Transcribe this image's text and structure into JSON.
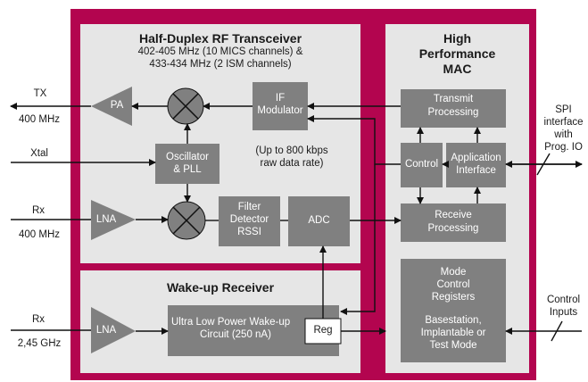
{
  "colors": {
    "chip_border": "#b3054f",
    "panel_bg": "#e6e6e6",
    "block_bg": "#808080",
    "line": "#111111",
    "reg_bg": "#ffffff"
  },
  "transceiver": {
    "title": "Half-Duplex RF Transceiver",
    "bands_line1": "402-405 MHz (10 MICS channels) &",
    "bands_line2": "433-434 MHz (2 ISM channels)",
    "pa": "PA",
    "if_modulator_l1": "IF",
    "if_modulator_l2": "Modulator",
    "oscillator_l1": "Oscillator",
    "oscillator_l2": "& PLL",
    "data_rate_l1": "(Up to 800 kbps",
    "data_rate_l2": "raw data rate)",
    "lna": "LNA",
    "filter_l1": "Filter",
    "filter_l2": "Detector",
    "filter_l3": "RSSI",
    "adc": "ADC"
  },
  "wakeup": {
    "title": "Wake-up Receiver",
    "lna": "LNA",
    "circuit_l1": "Ultra Low Power Wake-up",
    "circuit_l2": "Circuit (250 nA)",
    "reg": "Reg"
  },
  "mac": {
    "title_l1": "High",
    "title_l2": "Performance",
    "title_l3": "MAC",
    "transmit_l1": "Transmit",
    "transmit_l2": "Processing",
    "control": "Control",
    "app_l1": "Application",
    "app_l2": "Interface",
    "receive_l1": "Receive",
    "receive_l2": "Processing",
    "mode_l1": "Mode",
    "mode_l2": "Control",
    "mode_l3": "Registers",
    "mode_l4": "Basestation,",
    "mode_l5": "Implantable or",
    "mode_l6": "Test Mode"
  },
  "external": {
    "tx": "TX",
    "tx_freq": "400 MHz",
    "xtal": "Xtal",
    "rx1": "Rx",
    "rx1_freq": "400 MHz",
    "rx2": "Rx",
    "rx2_freq": "2,45 GHz",
    "spi_l1": "SPI",
    "spi_l2": "interface",
    "spi_l3": "with",
    "spi_l4": "Prog. IO",
    "control_inputs_l1": "Control",
    "control_inputs_l2": "Inputs"
  }
}
